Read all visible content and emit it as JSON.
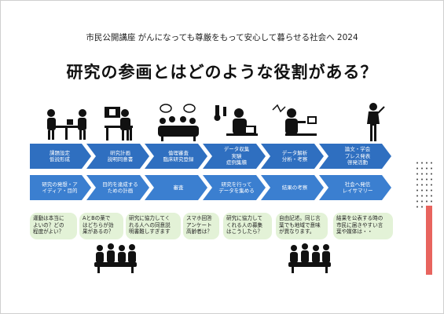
{
  "slide": {
    "subtitle": "市民公開講座 がんになっても尊厳をもって安心して暮らせる社会へ 2024",
    "title": "研究の参画とはどのような役割がある？"
  },
  "process_row": [
    {
      "line1": "課題設定",
      "line2": "仮説形成",
      "line3": ""
    },
    {
      "line1": "研究計画",
      "line2": "説明同意書",
      "line3": ""
    },
    {
      "line1": "倫理審査",
      "line2": "臨床研究登録",
      "line3": ""
    },
    {
      "line1": "データ収集",
      "line2": "実験",
      "line3": "症例集積"
    },
    {
      "line1": "データ解析",
      "line2": "分析・考察",
      "line3": ""
    },
    {
      "line1": "論文・学会",
      "line2": "プレス発表",
      "line3": "啓発活動"
    }
  ],
  "role_row": [
    {
      "line1": "研究の発想・ア",
      "line2": "イディア・目的"
    },
    {
      "line1": "目的を達成する",
      "line2": "ための計画"
    },
    {
      "line1": "審査",
      "line2": ""
    },
    {
      "line1": "研究を行って",
      "line2": "データを集める"
    },
    {
      "line1": "結果の考察",
      "line2": ""
    },
    {
      "line1": "社会へ発信",
      "line2": "レイサマリー"
    }
  ],
  "questions": [
    {
      "lines": [
        "運動は本当に",
        "よいの？どの",
        "程度がよい？"
      ]
    },
    {
      "lines": [
        "AとBの薬で",
        "はどちらが効",
        "果があるの？"
      ]
    },
    {
      "lines": [
        "研究に協力してく",
        "れる人への同意説",
        "明書難しすぎます"
      ]
    },
    {
      "lines": [
        "スマホ回答",
        "アンケート",
        "高齢者は？"
      ]
    },
    {
      "lines": [
        "研究に協力して",
        "くれる人の募集",
        "はこうしたら？"
      ]
    },
    {
      "lines": [
        "自由記述。同じ言",
        "葉でも地域で意味",
        "が異なります。"
      ]
    },
    {
      "lines": [
        "結果を公表する時の",
        "市民に届きやすい言",
        "葉や媒体は・・"
      ]
    }
  ],
  "colors": {
    "arrow_dark": "#2f6fc0",
    "arrow_light": "#3b7fd0",
    "bubble_bg": "#e3f2d7",
    "accent_bar": "#e8645e"
  },
  "icons": [
    "meeting-people-icon",
    "office-worker-icon",
    "ethics-committee-icon",
    "lab-researcher-icon",
    "data-analyst-icon",
    "presenter-icon",
    "crowd-icon"
  ]
}
